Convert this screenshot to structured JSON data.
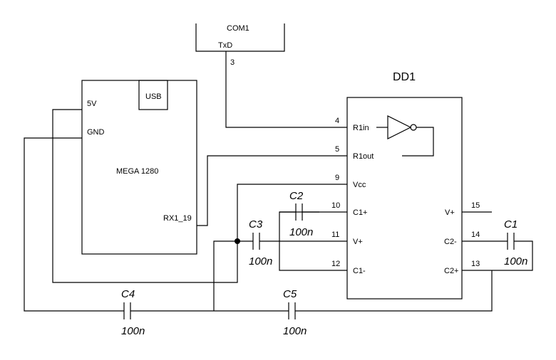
{
  "com": {
    "name": "COM1",
    "pin_name": "TxD",
    "pin_number": "3"
  },
  "mcu": {
    "name": "MEGA 1280",
    "usb": "USB",
    "pin_5v": "5V",
    "pin_gnd": "GND",
    "pin_rx": "RX1_19"
  },
  "ic": {
    "name": "DD1",
    "left_pins": [
      {
        "num": "4",
        "label": "R1in"
      },
      {
        "num": "5",
        "label": "R1out"
      },
      {
        "num": "9",
        "label": "Vcc"
      },
      {
        "num": "10",
        "label": "C1+"
      },
      {
        "num": "11",
        "label": "V+"
      },
      {
        "num": "12",
        "label": "C1-"
      }
    ],
    "right_pins": [
      {
        "num": "15",
        "label": "V+"
      },
      {
        "num": "14",
        "label": "C2-"
      },
      {
        "num": "13",
        "label": "C2+"
      }
    ]
  },
  "capacitors": [
    {
      "ref": "C1",
      "value": "100n"
    },
    {
      "ref": "C2",
      "value": "100n"
    },
    {
      "ref": "C3",
      "value": "100n"
    },
    {
      "ref": "C4",
      "value": "100n"
    },
    {
      "ref": "C5",
      "value": "100n"
    }
  ]
}
